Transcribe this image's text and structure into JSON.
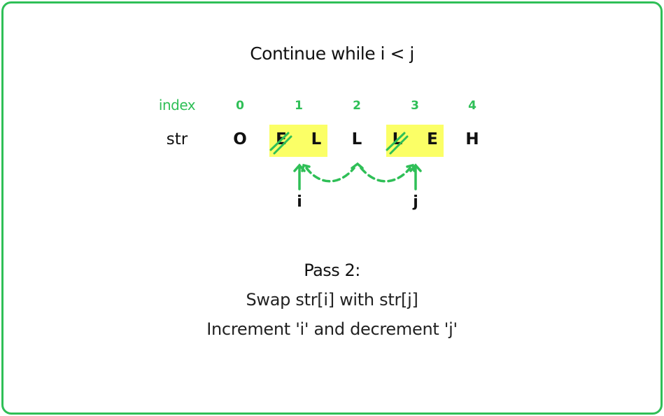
{
  "title": "Continue while i < j",
  "row_labels": {
    "index": "index",
    "str": "str"
  },
  "indices": [
    "0",
    "1",
    "2",
    "3",
    "4"
  ],
  "characters": [
    "O",
    "E",
    "L",
    "L",
    "L",
    "E",
    "H"
  ],
  "pointers": {
    "i": "i",
    "j": "j"
  },
  "caption": {
    "heading": "Pass 2:",
    "line1": "Swap str[i] with str[j]",
    "line2": "Increment 'i' and decrement 'j'"
  },
  "colors": {
    "accent_green": "#2fbf57",
    "highlight_yellow": "#fbff66",
    "text": "#111111"
  }
}
